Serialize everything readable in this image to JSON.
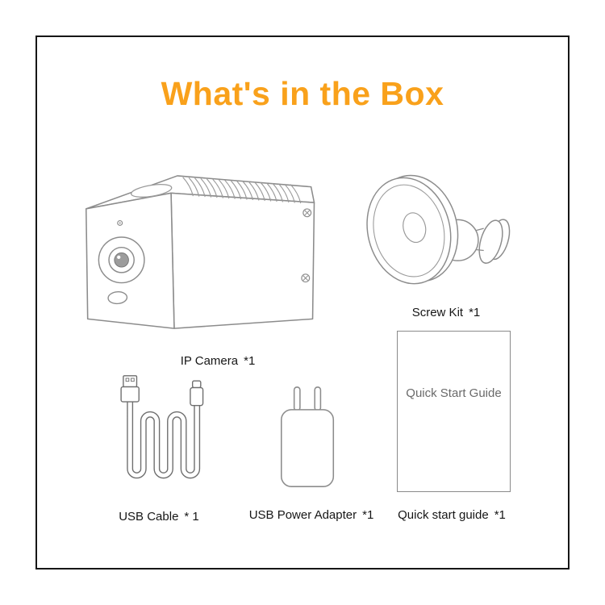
{
  "title": "What's in the Box",
  "theme": {
    "accent_color": "#F9A11B",
    "line_color": "#8c8c8c",
    "text_color": "#161616"
  },
  "items": {
    "ip_camera": {
      "name": "IP Camera",
      "count": "*1"
    },
    "screw_kit": {
      "name": "Screw Kit",
      "count": "*1"
    },
    "usb_cable": {
      "name": "USB Cable",
      "count": "* 1"
    },
    "usb_power_adapter": {
      "name": "USB Power Adapter",
      "count": "*1"
    },
    "quick_start_guide": {
      "name": "Quick start guide",
      "count": "*1",
      "cover_text": "Quick Start Guide"
    }
  }
}
